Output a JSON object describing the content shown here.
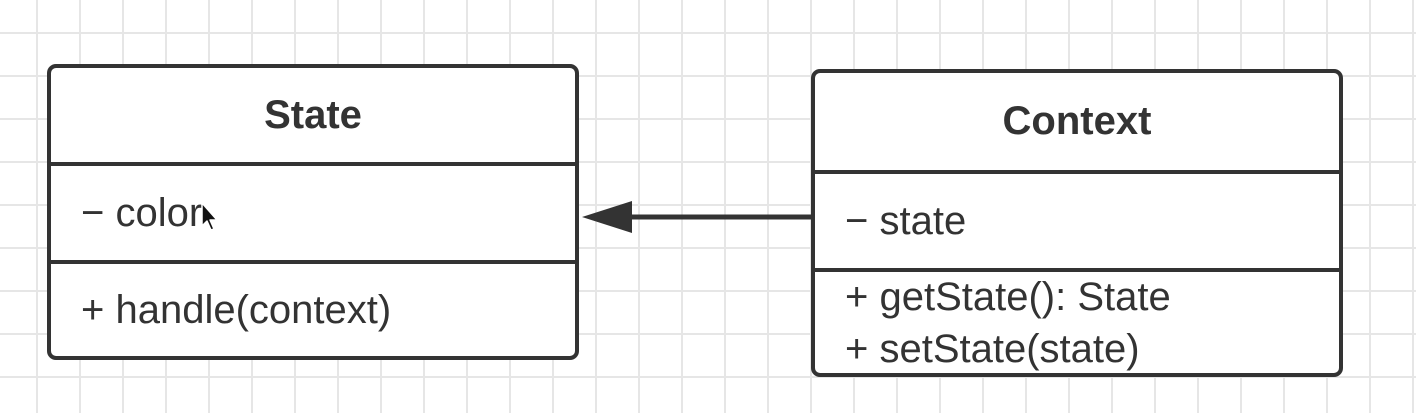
{
  "diagram": {
    "classes": [
      {
        "name": "State",
        "attributes": [
          "− color"
        ],
        "operations": [
          "+ handle(context)"
        ]
      },
      {
        "name": "Context",
        "attributes": [
          "− state"
        ],
        "operations": [
          "+ getState(): State",
          "+ setState(state)"
        ]
      }
    ],
    "relationships": [
      {
        "from": "Context",
        "to": "State",
        "kind": "association"
      }
    ]
  },
  "colors": {
    "stroke": "#333333",
    "text": "#333333",
    "grid": "#e6e6e6",
    "background": "#ffffff"
  },
  "icons": [
    "mouse-pointer-icon"
  ]
}
